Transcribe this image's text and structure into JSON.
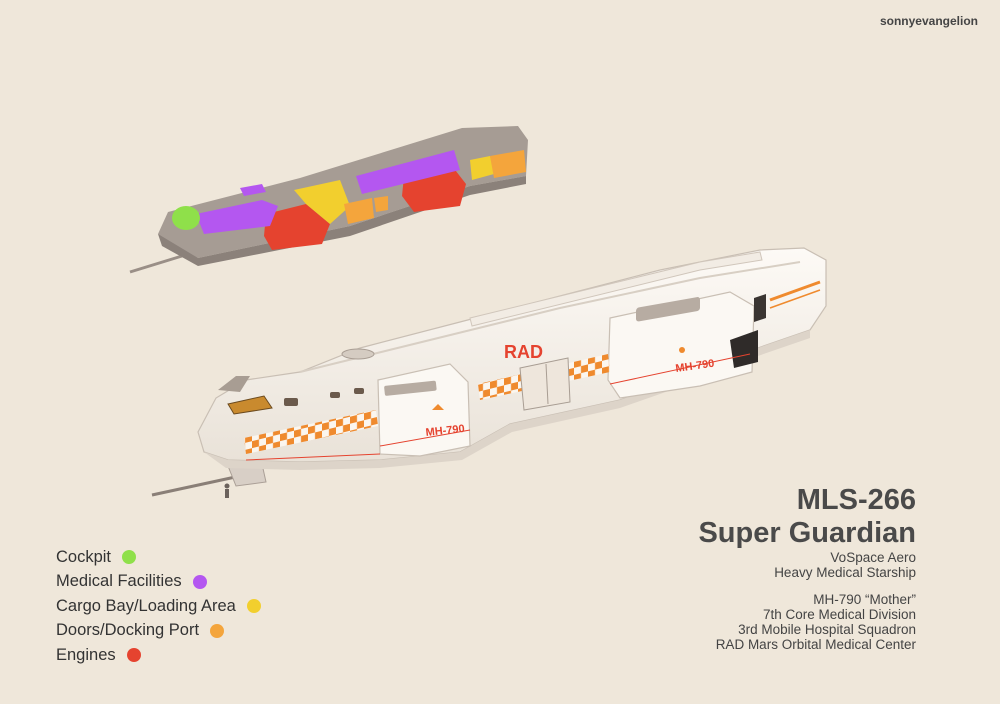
{
  "credit": "sonnyevangelion",
  "title_line1": "MLS-266",
  "title_line2": "Super Guardian",
  "subtitle": [
    "VoSpace Aero",
    "Heavy Medical Starship"
  ],
  "details": [
    "MH-790 “Mother”",
    "7th Core Medical Division",
    "3rd Mobile Hospital Squadron",
    "RAD Mars Orbital Medical Center"
  ],
  "hull_markings": {
    "logo": "RAD",
    "registry": "MH-790"
  },
  "legend": [
    {
      "label": "Cockpit",
      "color": "#8fe04a"
    },
    {
      "label": "Medical Facilities",
      "color": "#b457f0"
    },
    {
      "label": "Cargo Bay/Loading Area",
      "color": "#f2cf2e"
    },
    {
      "label": "Doors/Docking Port",
      "color": "#f4a53c"
    },
    {
      "label": "Engines",
      "color": "#e5432f"
    }
  ]
}
